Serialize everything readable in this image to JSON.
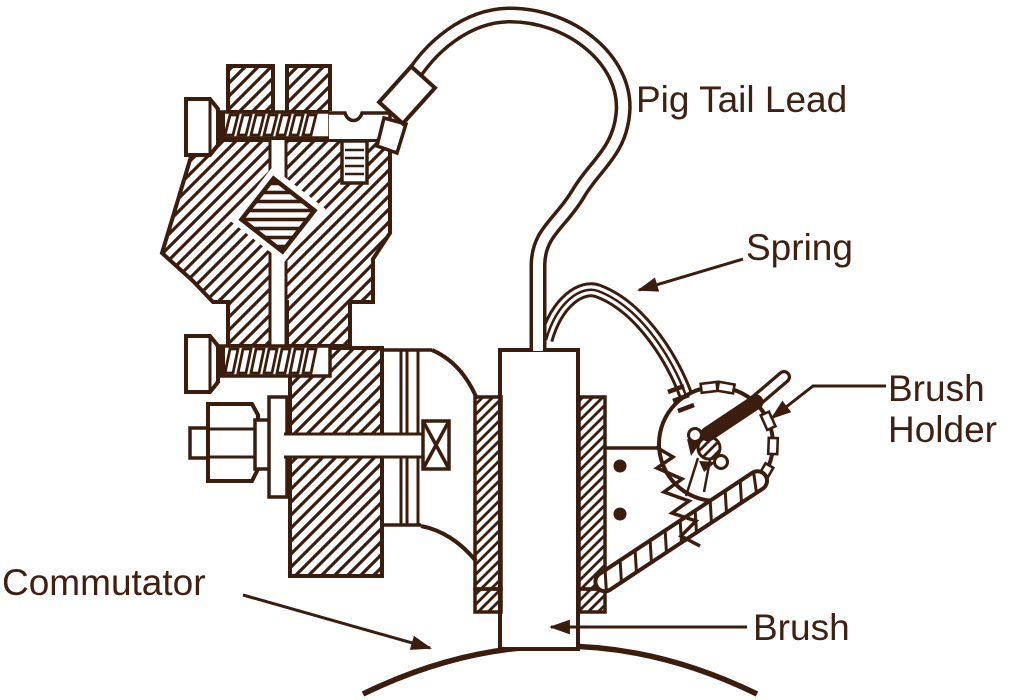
{
  "diagram": {
    "ink_color": "#3b1d0d",
    "background_color": "#ffffff",
    "labels": {
      "pig_tail_lead": "Pig Tail Lead",
      "spring": "Spring",
      "brush_holder_line1": "Brush",
      "brush_holder_line2": "Holder",
      "brush": "Brush",
      "commutator": "Commutator"
    }
  }
}
